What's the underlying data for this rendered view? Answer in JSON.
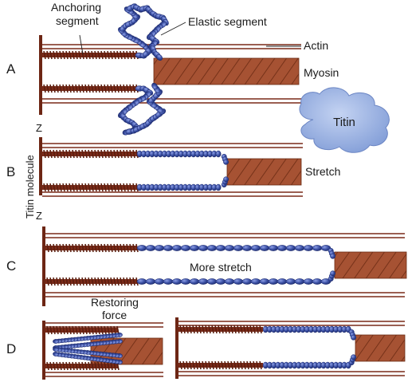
{
  "title": "",
  "labels": {
    "anchoring_line1": "Anchoring",
    "anchoring_line2": "segment",
    "elastic": "Elastic segment",
    "actin": "Actin",
    "myosin": "Myosin",
    "titin_cloud": "Titin",
    "stretch": "Stretch",
    "more_stretch": "More stretch",
    "restoring_line1": "Restoring",
    "restoring_line2": "force",
    "titin_molecule": "Titin molecule",
    "z_top": "Z",
    "z_bottom": "Z"
  },
  "panels": [
    {
      "letter": "A"
    },
    {
      "letter": "B"
    },
    {
      "letter": "C"
    },
    {
      "letter": "D"
    }
  ],
  "colors": {
    "actin": "#7a2a18",
    "myosin": "#a65233",
    "myosin_hatch": "#5e2410",
    "titin_bead": "#3d52a6",
    "titin_bead_dark": "#1e2c70",
    "cloud": "#8fa9dc"
  }
}
